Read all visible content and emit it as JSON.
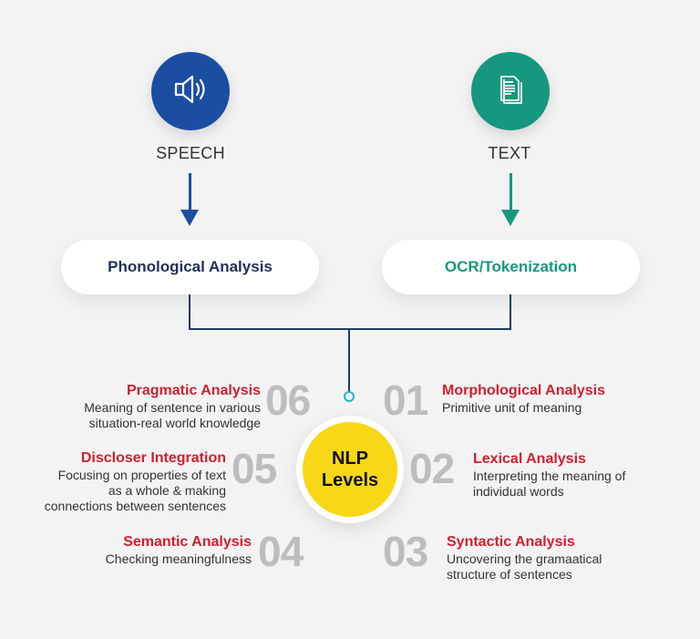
{
  "colors": {
    "background": "#f3f3f3",
    "speech_blue": "#1b4ea3",
    "text_green": "#17977f",
    "connector": "#1f3a66",
    "node_dot": "#1fb6d8",
    "center_yellow": "#f7d716",
    "level_title_red": "#d0202f",
    "level_number_gray": "#bdbdbd"
  },
  "inputs": {
    "speech": {
      "label": "SPEECH",
      "icon": "speaker-icon",
      "process": "Phonological Analysis"
    },
    "text": {
      "label": "TEXT",
      "icon": "document-icon",
      "process": "OCR/Tokenization"
    }
  },
  "center": {
    "line1": "NLP",
    "line2": "Levels"
  },
  "levels": [
    {
      "number": "01",
      "title": "Morphological Analysis",
      "desc": [
        "Primitive unit of meaning"
      ]
    },
    {
      "number": "02",
      "title": "Lexical Analysis",
      "desc": [
        "Interpreting the meaning of",
        "individual words"
      ]
    },
    {
      "number": "03",
      "title": "Syntactic Analysis",
      "desc": [
        "Uncovering the gramaatical",
        "structure of sentences"
      ]
    },
    {
      "number": "04",
      "title": "Semantic Analysis",
      "desc": [
        "Checking meaningfulness"
      ]
    },
    {
      "number": "05",
      "title": "Discloser Integration",
      "desc": [
        "Focusing on properties of text",
        "as a whole & making",
        "connections between sentences"
      ]
    },
    {
      "number": "06",
      "title": "Pragmatic Analysis",
      "desc": [
        "Meaning of sentence in various",
        "situation-real world knowledge"
      ]
    }
  ]
}
